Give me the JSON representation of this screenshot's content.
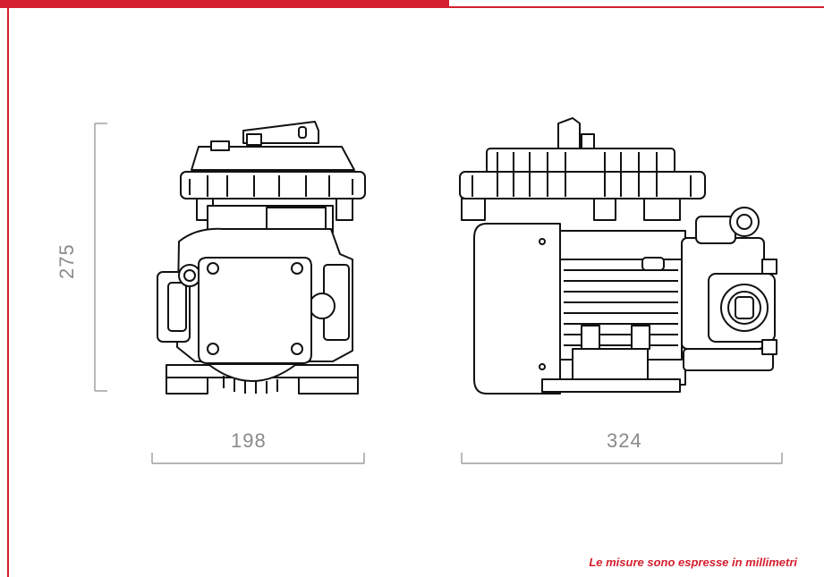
{
  "brand": {
    "accent_color": "#d4202f",
    "line_color": "#111111",
    "dimension_color": "#8a8a8a"
  },
  "dimensions": {
    "height": "275",
    "front_width": "198",
    "side_width": "324"
  },
  "footnote": "Le misure sono espresse in millimetri",
  "views": [
    "front-view",
    "side-view"
  ]
}
